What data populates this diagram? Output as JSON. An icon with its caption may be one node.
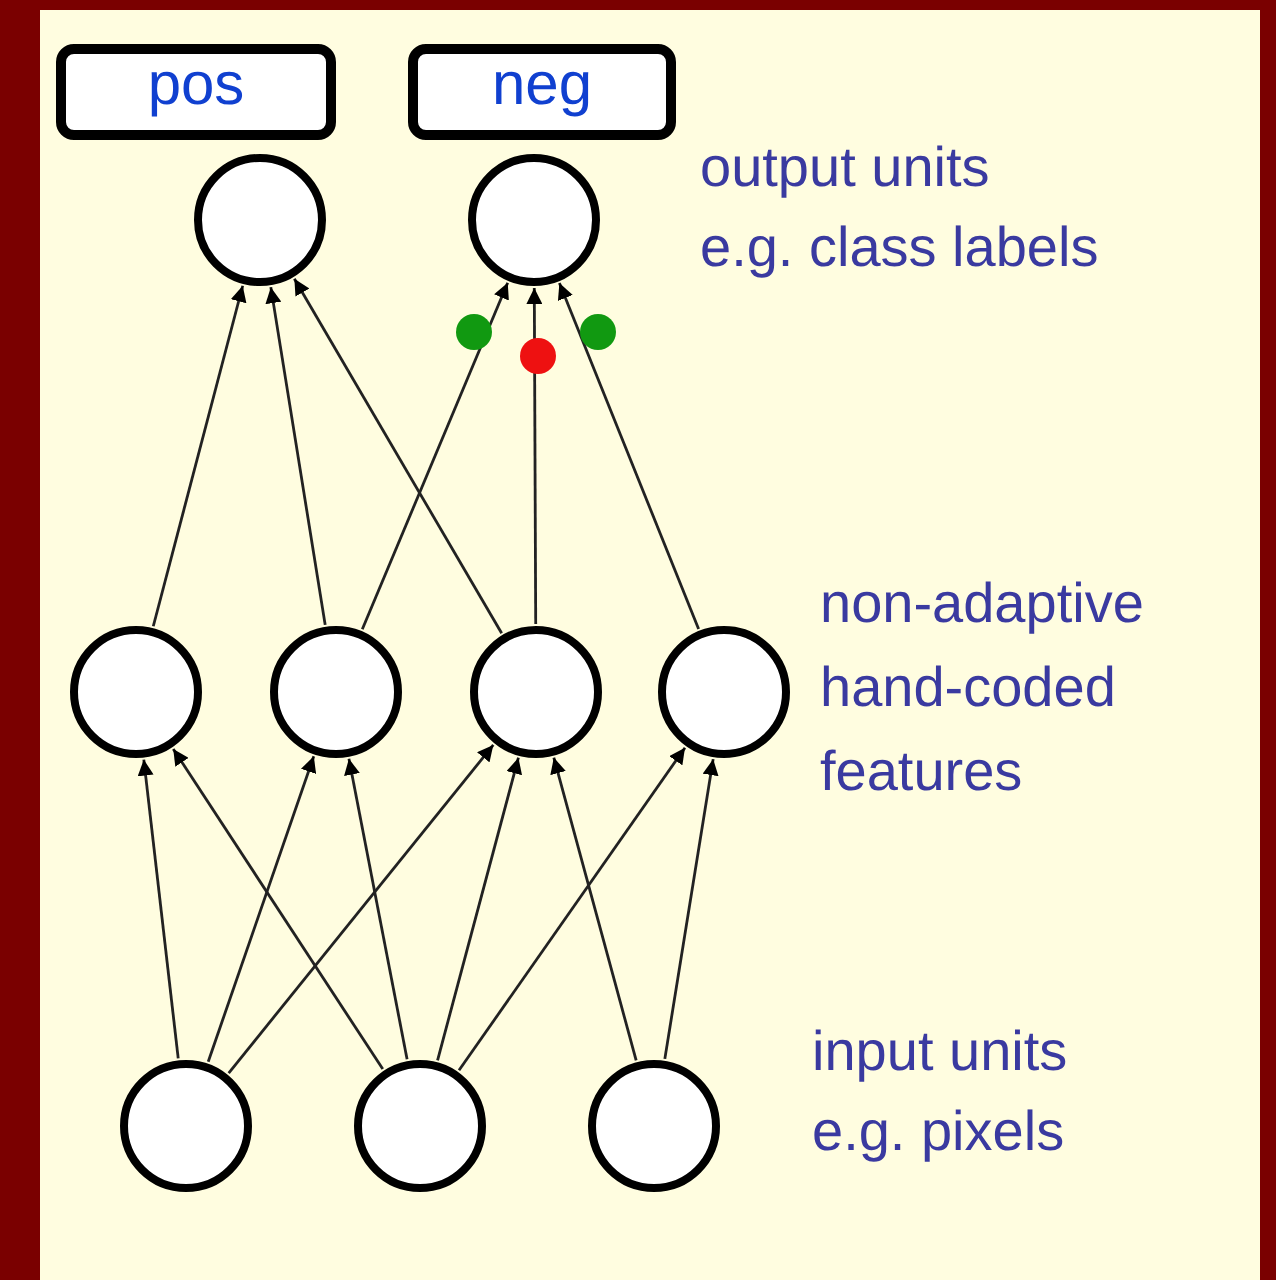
{
  "diagram": {
    "nodes": [
      {
        "text": [
          "pos"
        ]
      },
      {
        "text": [
          "neg"
        ]
      },
      {
        "text": [],
        "shape": "circle"
      },
      {
        "text": [],
        "shape": "circle"
      },
      {
        "text": [],
        "shape": "circle"
      },
      {
        "text": [],
        "shape": "circle"
      },
      {
        "text": [],
        "shape": "circle"
      },
      {
        "text": [],
        "shape": "circle"
      },
      {
        "text": [],
        "shape": "circle"
      },
      {
        "text": [],
        "shape": "circle"
      },
      {
        "text": [],
        "shape": "circle"
      }
    ],
    "edges": [
      {
        "from": 4,
        "to": 2,
        "arrow": "to"
      },
      {
        "from": 5,
        "to": 2,
        "arrow": "to"
      },
      {
        "from": 6,
        "to": 2,
        "arrow": "to"
      },
      {
        "from": 5,
        "to": 3,
        "arrow": "to"
      },
      {
        "from": 6,
        "to": 3,
        "arrow": "to"
      },
      {
        "from": 7,
        "to": 3,
        "arrow": "to"
      },
      {
        "from": 8,
        "to": 4,
        "arrow": "to"
      },
      {
        "from": 8,
        "to": 5,
        "arrow": "to"
      },
      {
        "from": 8,
        "to": 6,
        "arrow": "to"
      },
      {
        "from": 9,
        "to": 4,
        "arrow": "to"
      },
      {
        "from": 9,
        "to": 5,
        "arrow": "to"
      },
      {
        "from": 9,
        "to": 6,
        "arrow": "to"
      },
      {
        "from": 9,
        "to": 7,
        "arrow": "to"
      },
      {
        "from": 10,
        "to": 6,
        "arrow": "to"
      },
      {
        "from": 10,
        "to": 7,
        "arrow": "to"
      }
    ],
    "labels": [
      "output units",
      "e.g. class labels",
      "non-adaptive",
      "hand-coded",
      "features",
      "input units",
      "e.g. pixels"
    ]
  }
}
